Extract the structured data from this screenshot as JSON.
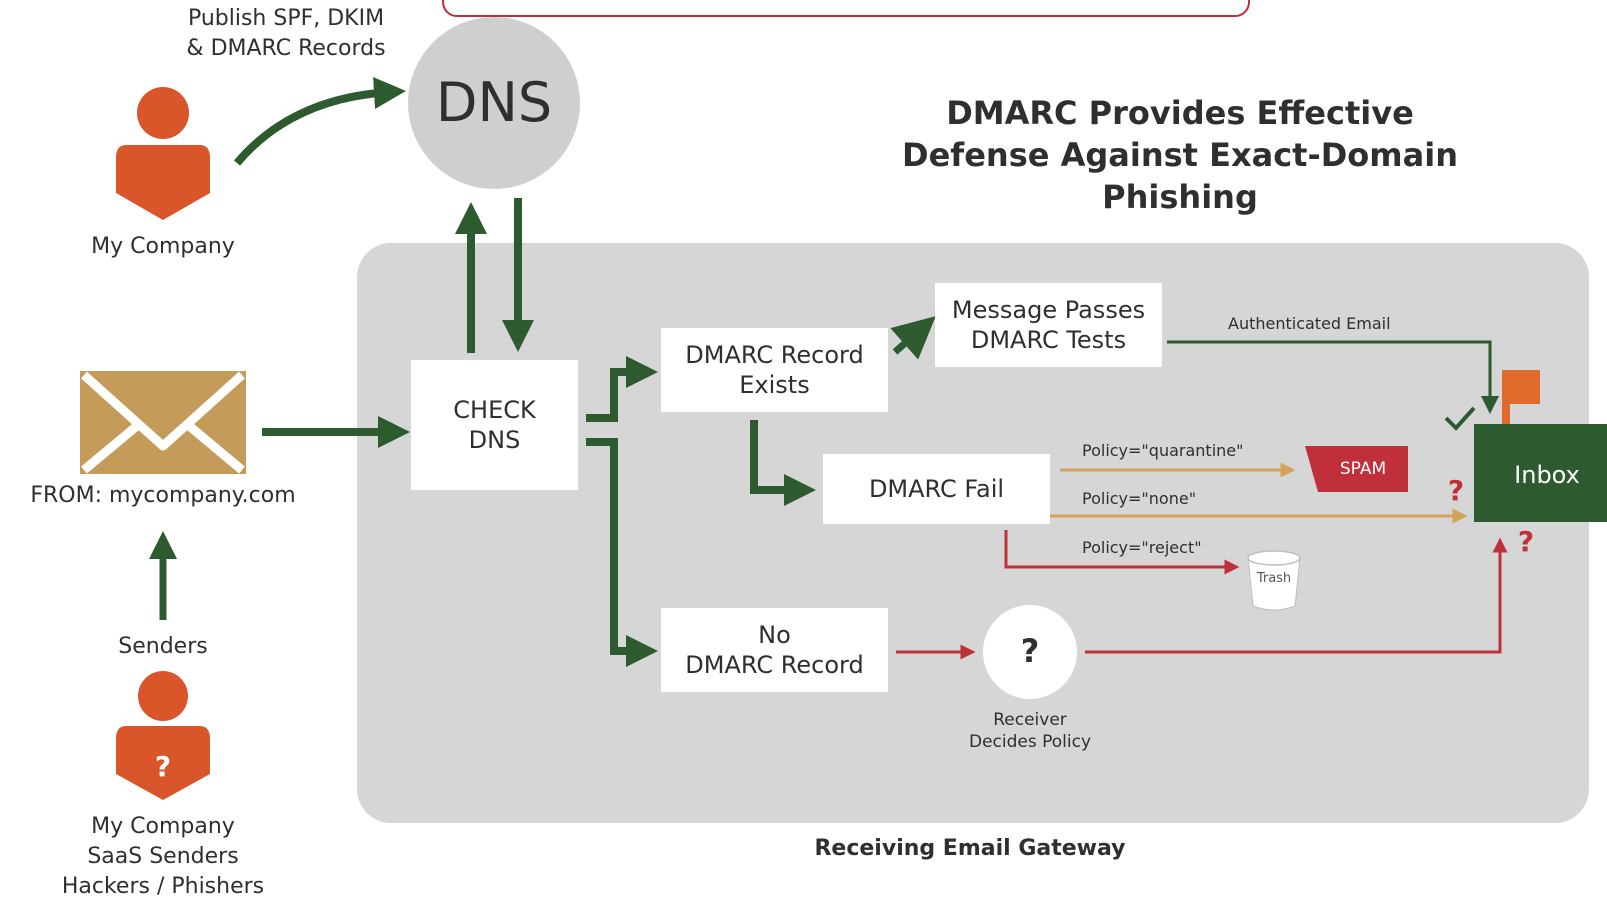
{
  "title": "DMARC Provides Effective Defense Against Exact-Domain Phishing",
  "publish_note": "Publish SPF, DKIM\n& DMARC Records",
  "dns_label": "DNS",
  "my_company_label": "My Company",
  "from_label": "FROM: mycompany.com",
  "senders_label": "Senders",
  "senders_list": "My Company\nSaaS Senders\nHackers / Phishers",
  "check_dns": "CHECK\nDNS",
  "record_exists": "DMARC Record\nExists",
  "message_passes": "Message Passes\nDMARC Tests",
  "authenticated_email": "Authenticated Email",
  "dmarc_fail": "DMARC Fail",
  "policy_quarantine": "Policy=\"quarantine\"",
  "policy_none": "Policy=\"none\"",
  "policy_reject": "Policy=\"reject\"",
  "spam_label": "SPAM",
  "trash_label": "Trash",
  "no_record": "No\nDMARC Record",
  "question_mark": "?",
  "receiver_decides": "Receiver\nDecides Policy",
  "inbox_label": "Inbox",
  "gateway_label": "Receiving Email Gateway",
  "colors": {
    "green": "#2d5a2f",
    "orange": "#d8562a",
    "red": "#c0303a",
    "gold": "#d4a35a",
    "envelope": "#c49b59",
    "gray_panel": "#d6d6d6",
    "dns_circle": "#cfcfcf"
  }
}
